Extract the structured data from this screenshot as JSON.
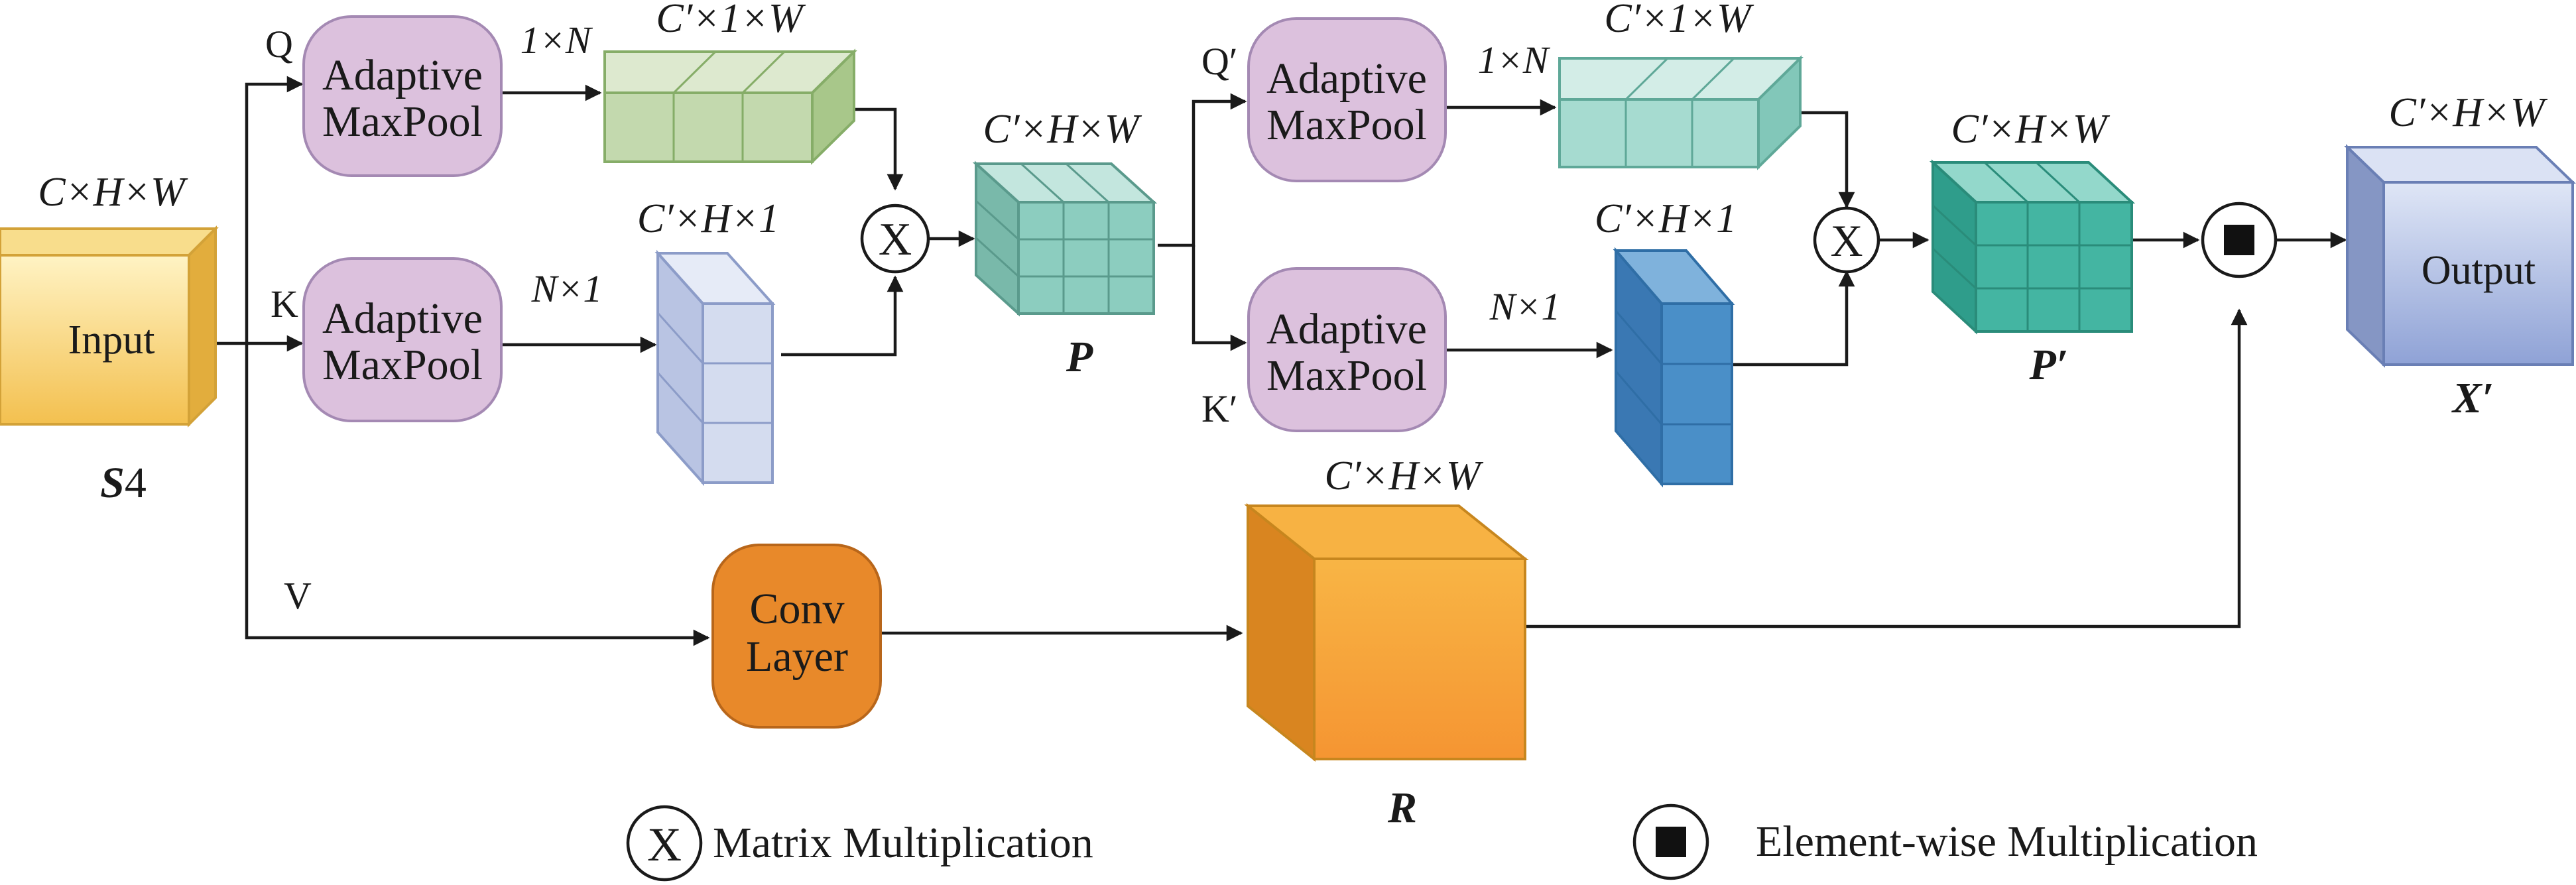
{
  "diagram": {
    "input_block": {
      "label": "Input",
      "dims": "C×H×W",
      "name_bold": "S",
      "name_suffix": "4"
    },
    "branches": {
      "q": "Q",
      "k": "K",
      "v": "V",
      "q_prime": "Q′",
      "k_prime": "K′"
    },
    "pool": {
      "line1": "Adaptive",
      "line2": "MaxPool"
    },
    "conv": {
      "line1": "Conv",
      "line2": "Layer"
    },
    "labels": {
      "q_out": "1×N",
      "k_out": "N×1",
      "q_cube": "C′×1×W",
      "k_cube": "C′×H×1",
      "p_dims": "C′×H×W",
      "p_name": "P",
      "q2_out": "1×N",
      "k2_out": "N×1",
      "q2_cube": "C′×1×W",
      "k2_cube": "C′×H×1",
      "p2_dims": "C′×H×W",
      "p2_name": "P′",
      "r_dims": "C′×H×W",
      "r_name": "R",
      "out_dims": "C′×H×W",
      "out_name": "X′"
    },
    "output_block": {
      "label": "Output"
    },
    "ops": {
      "matmul": "X"
    },
    "legend": {
      "matmul": "Matrix Multiplication",
      "elementwise": "Element-wise Multiplication"
    },
    "colors": {
      "input": "#f7cf6e",
      "pool": "#dcc1dd",
      "conv": "#e8892a",
      "q_cube": "#c3d9ae",
      "k_cube": "#d4dcef",
      "p_cube": "#8ccdbf",
      "q2_cube": "#a6dbd0",
      "k2_cube": "#4a8fc8",
      "p2_cube": "#44b5a2",
      "r_cube": "#f4a232",
      "output": "#a8b8e2"
    }
  }
}
